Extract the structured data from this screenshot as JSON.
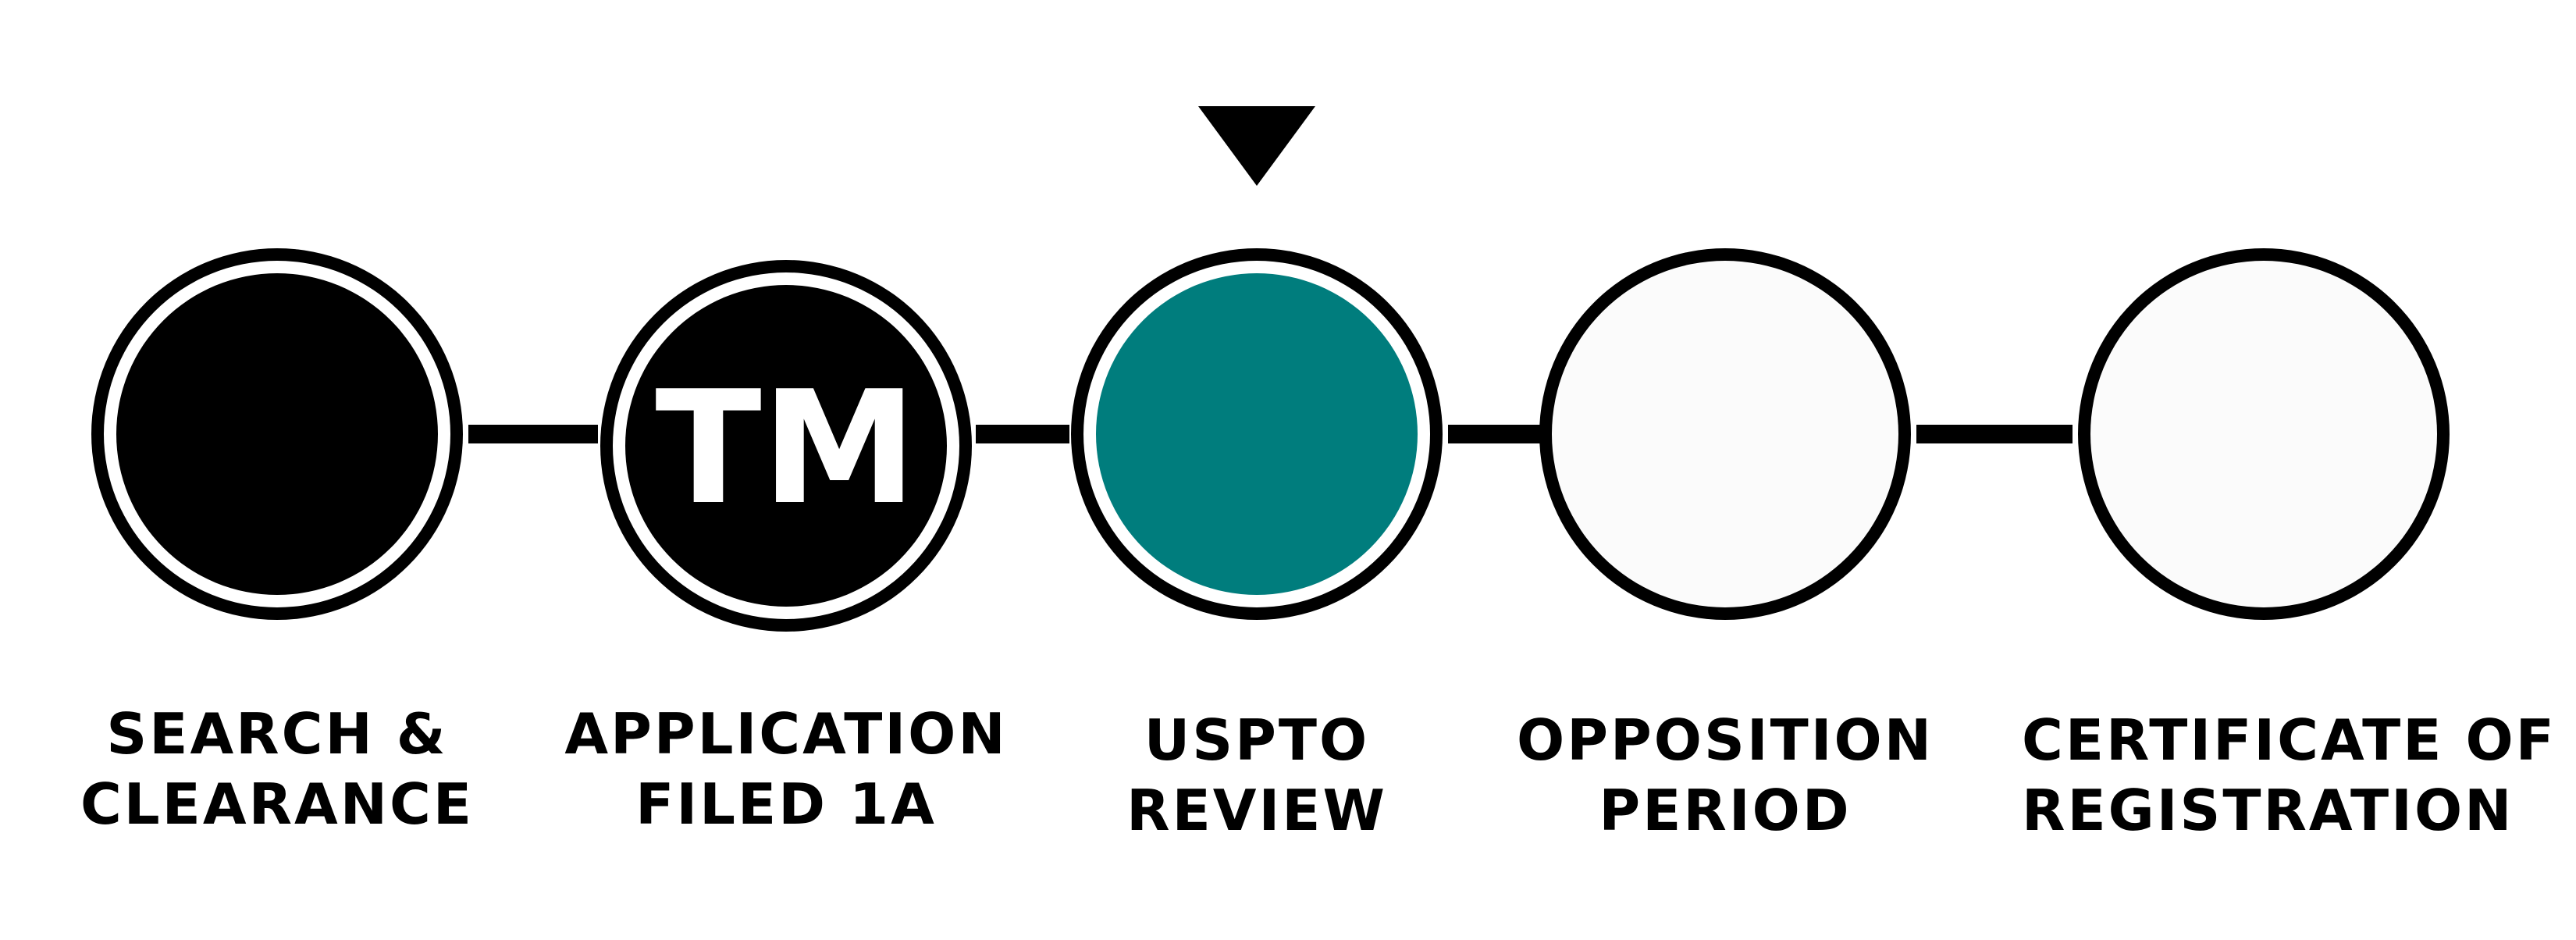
{
  "steps": [
    {
      "id": "search",
      "line1": "SEARCH &",
      "line2": "CLEARANCE",
      "status": "completed",
      "icon": ""
    },
    {
      "id": "application",
      "line1": "APPLICATION",
      "line2": "FILED 1A",
      "status": "completed",
      "icon": "TM"
    },
    {
      "id": "uspto",
      "line1": "USPTO",
      "line2": "REVIEW",
      "status": "current",
      "icon": ""
    },
    {
      "id": "opposition",
      "line1": "OPPOSITION",
      "line2": "PERIOD",
      "status": "upcoming",
      "icon": ""
    },
    {
      "id": "certificate",
      "line1": "CERTIFICATE OF",
      "line2": "REGISTRATION",
      "status": "upcoming",
      "icon": ""
    }
  ],
  "current_step": 3,
  "colors": {
    "completed": "#000000",
    "current": "#007d7d",
    "upcoming": "#fbfbfb",
    "outline": "#000000",
    "marker": "#000000"
  }
}
